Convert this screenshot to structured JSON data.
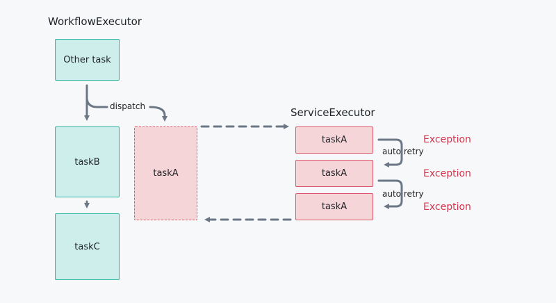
{
  "workflow": {
    "title": "WorkflowExecutor",
    "other_task": "Other task",
    "task_b": "taskB",
    "task_c": "taskC",
    "task_a_dispatched": "taskA",
    "dispatch_label": "dispatch"
  },
  "service": {
    "title": "ServiceExecutor",
    "tasks": [
      "taskA",
      "taskA",
      "taskA"
    ],
    "retry_labels": [
      "auto retry",
      "auto retry"
    ],
    "exceptions": [
      "Exception",
      "Exception",
      "Exception"
    ]
  },
  "colors": {
    "teal_fill": "#cdeeea",
    "teal_border": "#2bb5a0",
    "red_fill": "#f6d5d9",
    "red_border": "#d9566b",
    "arrow": "#6b7785",
    "exception_text": "#d3344c"
  }
}
